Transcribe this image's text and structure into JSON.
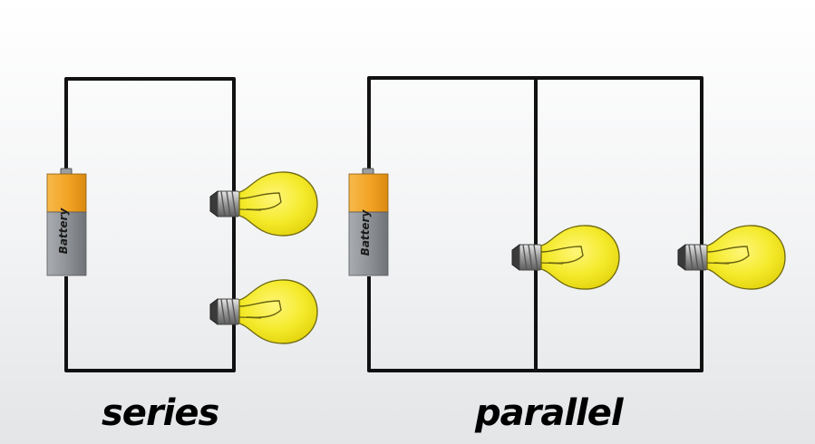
{
  "battery_label": "Battery",
  "captions": {
    "series": "series",
    "parallel": "parallel"
  },
  "colors": {
    "wire": "#111111",
    "bulb_glass": "#f3e928",
    "battery_cap": "#f0a623",
    "battery_body": "#8e9196"
  },
  "icons": [
    "battery-icon",
    "light-bulb-icon"
  ]
}
